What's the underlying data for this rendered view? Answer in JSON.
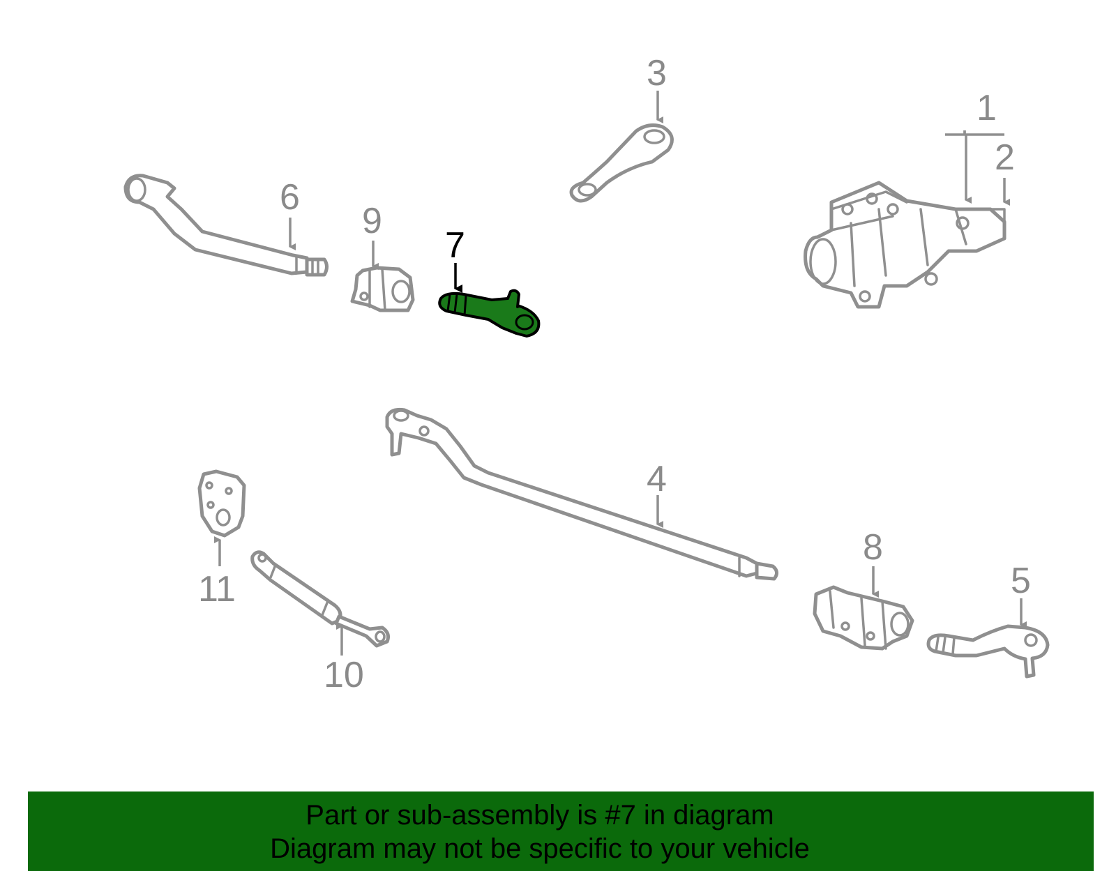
{
  "diagram": {
    "highlighted_part": "7",
    "callouts": [
      "1",
      "2",
      "3",
      "4",
      "5",
      "6",
      "7",
      "8",
      "9",
      "10",
      "11"
    ],
    "colors": {
      "highlight": "#1a7a1a",
      "parts": "#8f8f8f",
      "banner": "#0b6a0b"
    }
  },
  "banner": {
    "line1": "Part or sub-assembly is #7 in diagram",
    "line2": "Diagram may not be specific to your vehicle"
  }
}
